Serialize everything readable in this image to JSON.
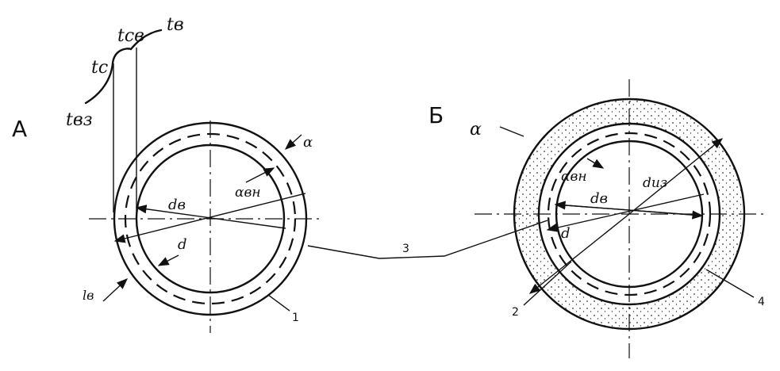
{
  "figure_a": {
    "label": "А",
    "temp_labels": {
      "t_b3": "tвз",
      "t_c": "tс",
      "t_c_b": "tсв",
      "t_b": "tв"
    },
    "dim_labels": {
      "d_b": "dв",
      "d": "d",
      "alpha": "α",
      "alpha_bn": "αвн",
      "l_b": "lв"
    },
    "callout": "1"
  },
  "figure_b": {
    "label": "Б",
    "dim_labels": {
      "alpha": "α",
      "alpha_bn": "αвн",
      "d_b": "dв",
      "d_iz": "dиз",
      "d": "d"
    },
    "callouts": [
      "2",
      "4"
    ]
  },
  "connector_label": "3"
}
